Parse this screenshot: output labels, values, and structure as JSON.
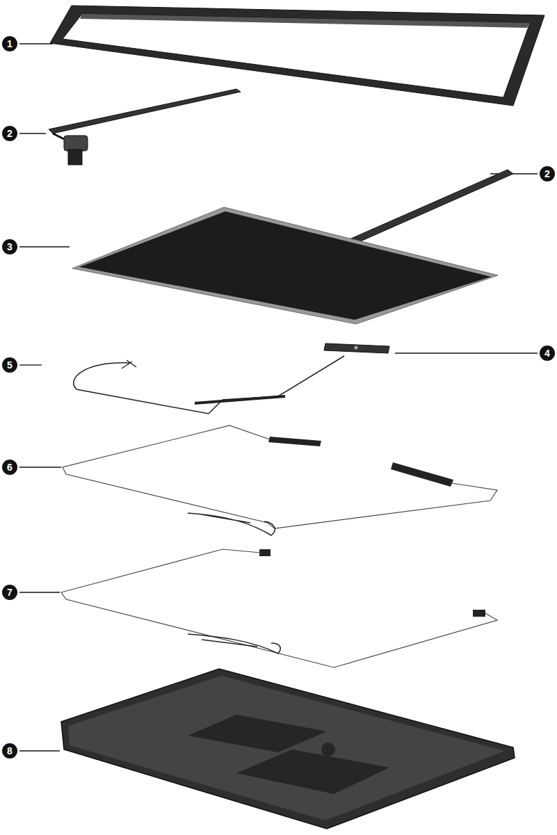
{
  "diagram": {
    "labels": [
      "1",
      "2",
      "2",
      "3",
      "4",
      "5",
      "6",
      "7",
      "8"
    ]
  }
}
